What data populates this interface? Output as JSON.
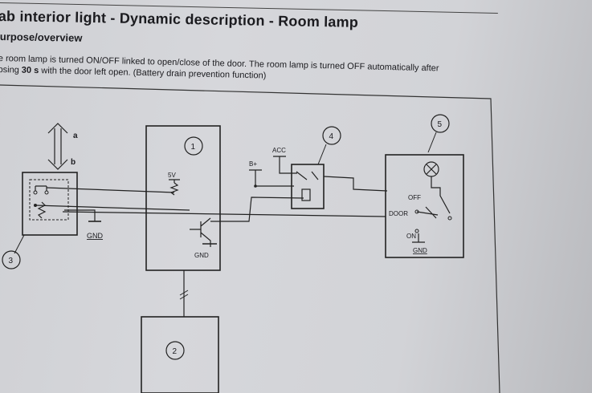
{
  "page": {
    "title": "ab interior light - Dynamic description - Room lamp",
    "section": "urpose/overview",
    "body_line1": "e room lamp is turned ON/OFF linked to open/close of the door. The room lamp is turned OFF automatically after",
    "body_line2_pre": "psing ",
    "body_line2_bold": "30 s",
    "body_line2_post": " with the door left open. (Battery drain prevention function)"
  },
  "diagram": {
    "arrow_up_label": "a",
    "arrow_down_label": "b",
    "voltage_label": "5V",
    "ground_label": "GND",
    "bplus_label": "B+",
    "acc_label": "ACC",
    "off_label": "OFF",
    "door_label": "DOOR",
    "on_label": "ON",
    "callout_1": "1",
    "callout_2": "2",
    "callout_3": "3",
    "callout_4": "4",
    "callout_5": "5"
  }
}
